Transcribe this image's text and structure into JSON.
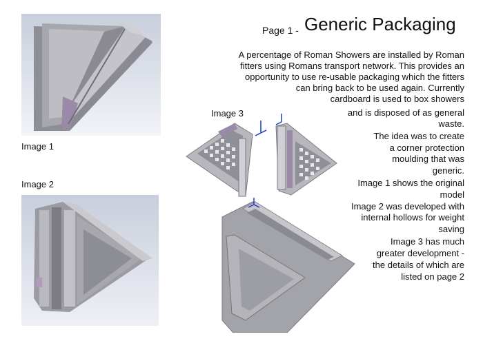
{
  "page": {
    "title_prefix": "Page 1 -",
    "title": "Generic Packaging"
  },
  "captions": {
    "image1": "Image 1",
    "image2": "Image 2",
    "image3": "Image 3"
  },
  "body_lines": [
    "A percentage of Roman Showers are installed by Roman",
    "fitters using Romans transport network. This provides an",
    "opportunity to use re-usable packaging which the fitters",
    "can bring back to be used again. Currently",
    "cardboard is used to box showers",
    "and is disposed of as general",
    "waste.",
    "The idea was to create",
    "a corner protection",
    "moulding that was",
    "generic.",
    "Image 1 shows the original",
    "model",
    "Image 2 was developed with",
    "internal hollows for weight",
    "saving",
    "Image 3 has much",
    "greater development -",
    "the details of which are",
    "listed on page 2"
  ],
  "colors": {
    "render_bg": "#dde2ec",
    "part_grey": "#9c9ca3",
    "part_light": "#b9b9bf",
    "part_dark": "#6f6f76",
    "accent_purple": "#9a8aa8",
    "axis_blue": "#1a3cc8"
  }
}
